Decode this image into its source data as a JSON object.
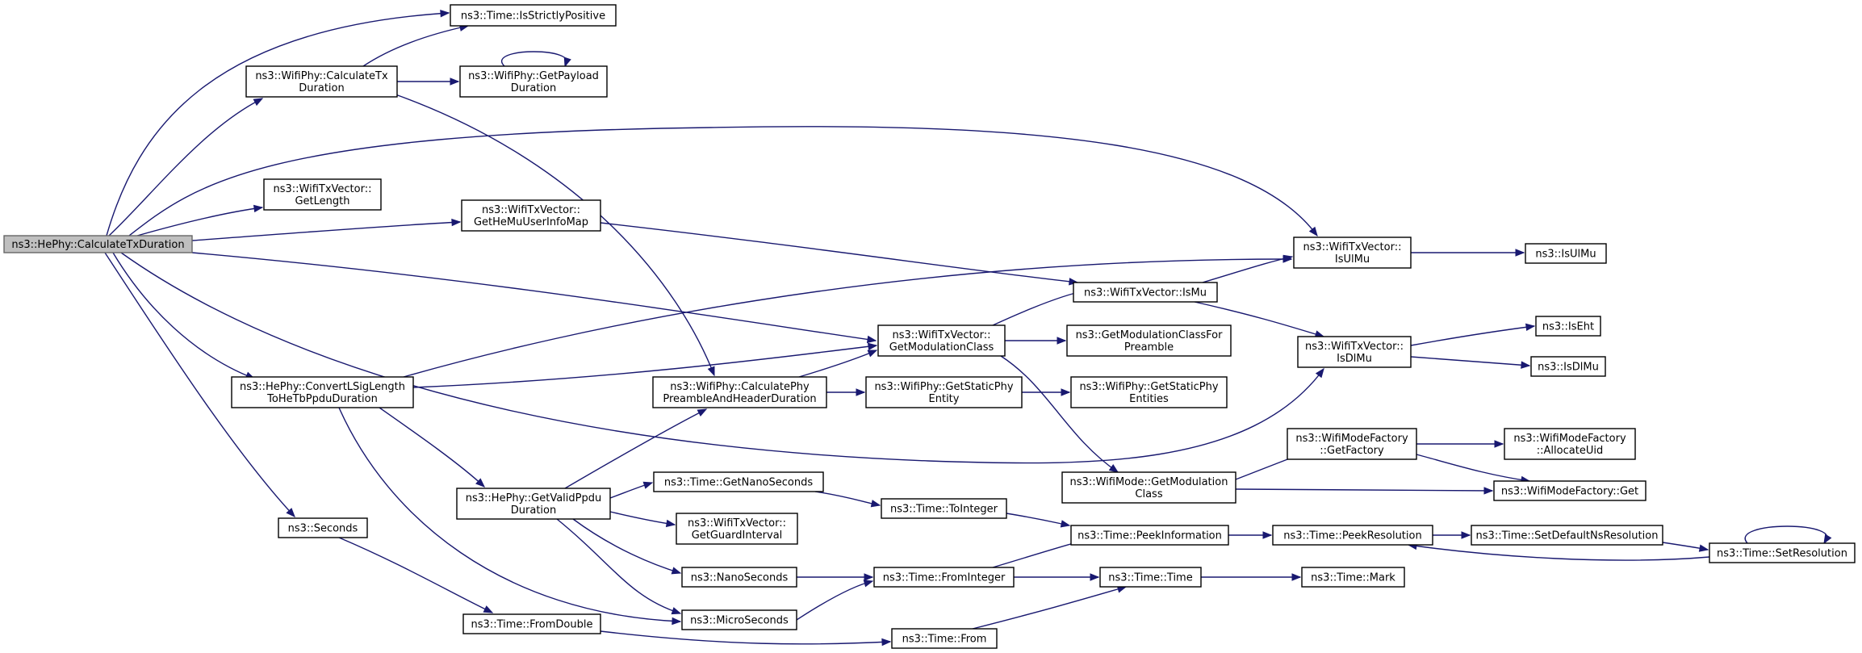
{
  "nodes": [
    {
      "id": "root",
      "lines": [
        "ns3::HePhy::CalculateTxDuration"
      ]
    },
    {
      "id": "isStrictlyPositive",
      "lines": [
        "ns3::Time::IsStrictlyPositive"
      ]
    },
    {
      "id": "wifiPhyCalcTx",
      "lines": [
        "ns3::WifiPhy::CalculateTx",
        "Duration"
      ]
    },
    {
      "id": "getPayloadDuration",
      "lines": [
        "ns3::WifiPhy::GetPayload",
        "Duration"
      ]
    },
    {
      "id": "getLength",
      "lines": [
        "ns3::WifiTxVector::",
        "GetLength"
      ]
    },
    {
      "id": "getHeMuUserInfoMap",
      "lines": [
        "ns3::WifiTxVector::",
        "GetHeMuUserInfoMap"
      ]
    },
    {
      "id": "convertLSig",
      "lines": [
        "ns3::HePhy::ConvertLSigLength",
        "ToHeTbPpduDuration"
      ]
    },
    {
      "id": "seconds",
      "lines": [
        "ns3::Seconds"
      ]
    },
    {
      "id": "calcPhyPreamble",
      "lines": [
        "ns3::WifiPhy::CalculatePhy",
        "PreambleAndHeaderDuration"
      ]
    },
    {
      "id": "getValidPpdu",
      "lines": [
        "ns3::HePhy::GetValidPpdu",
        "Duration"
      ]
    },
    {
      "id": "fromDouble",
      "lines": [
        "ns3::Time::FromDouble"
      ]
    },
    {
      "id": "getNanoSeconds",
      "lines": [
        "ns3::Time::GetNanoSeconds"
      ]
    },
    {
      "id": "getGuardInterval",
      "lines": [
        "ns3::WifiTxVector::",
        "GetGuardInterval"
      ]
    },
    {
      "id": "nanoSeconds",
      "lines": [
        "ns3::NanoSeconds"
      ]
    },
    {
      "id": "microSeconds",
      "lines": [
        "ns3::MicroSeconds"
      ]
    },
    {
      "id": "getModulationClass",
      "lines": [
        "ns3::WifiTxVector::",
        "GetModulationClass"
      ]
    },
    {
      "id": "getStaticPhyEntity",
      "lines": [
        "ns3::WifiPhy::GetStaticPhy",
        "Entity"
      ]
    },
    {
      "id": "toInteger",
      "lines": [
        "ns3::Time::ToInteger"
      ]
    },
    {
      "id": "fromInteger",
      "lines": [
        "ns3::Time::FromInteger"
      ]
    },
    {
      "id": "from",
      "lines": [
        "ns3::Time::From"
      ]
    },
    {
      "id": "isMu",
      "lines": [
        "ns3::WifiTxVector::IsMu"
      ]
    },
    {
      "id": "getModClassForPreamble",
      "lines": [
        "ns3::GetModulationClassFor",
        "Preamble"
      ]
    },
    {
      "id": "getStaticPhyEntities",
      "lines": [
        "ns3::WifiPhy::GetStaticPhy",
        "Entities"
      ]
    },
    {
      "id": "wifiModeGetModClass",
      "lines": [
        "ns3::WifiMode::GetModulation",
        "Class"
      ]
    },
    {
      "id": "peekInformation",
      "lines": [
        "ns3::Time::PeekInformation"
      ]
    },
    {
      "id": "time",
      "lines": [
        "ns3::Time::Time"
      ]
    },
    {
      "id": "txIsUlMu",
      "lines": [
        "ns3::WifiTxVector::",
        "IsUlMu"
      ]
    },
    {
      "id": "txIsDlMu",
      "lines": [
        "ns3::WifiTxVector::",
        "IsDlMu"
      ]
    },
    {
      "id": "getFactory",
      "lines": [
        "ns3::WifiModeFactory",
        "::GetFactory"
      ]
    },
    {
      "id": "peekResolution",
      "lines": [
        "ns3::Time::PeekResolution"
      ]
    },
    {
      "id": "mark",
      "lines": [
        "ns3::Time::Mark"
      ]
    },
    {
      "id": "isUlMu",
      "lines": [
        "ns3::IsUlMu"
      ]
    },
    {
      "id": "isEht",
      "lines": [
        "ns3::IsEht"
      ]
    },
    {
      "id": "isDlMu",
      "lines": [
        "ns3::IsDlMu"
      ]
    },
    {
      "id": "allocateUid",
      "lines": [
        "ns3::WifiModeFactory",
        "::AllocateUid"
      ]
    },
    {
      "id": "factoryGet",
      "lines": [
        "ns3::WifiModeFactory::Get"
      ]
    },
    {
      "id": "setDefaultNsRes",
      "lines": [
        "ns3::Time::SetDefaultNsResolution"
      ]
    },
    {
      "id": "setResolution",
      "lines": [
        "ns3::Time::SetResolution"
      ]
    }
  ]
}
